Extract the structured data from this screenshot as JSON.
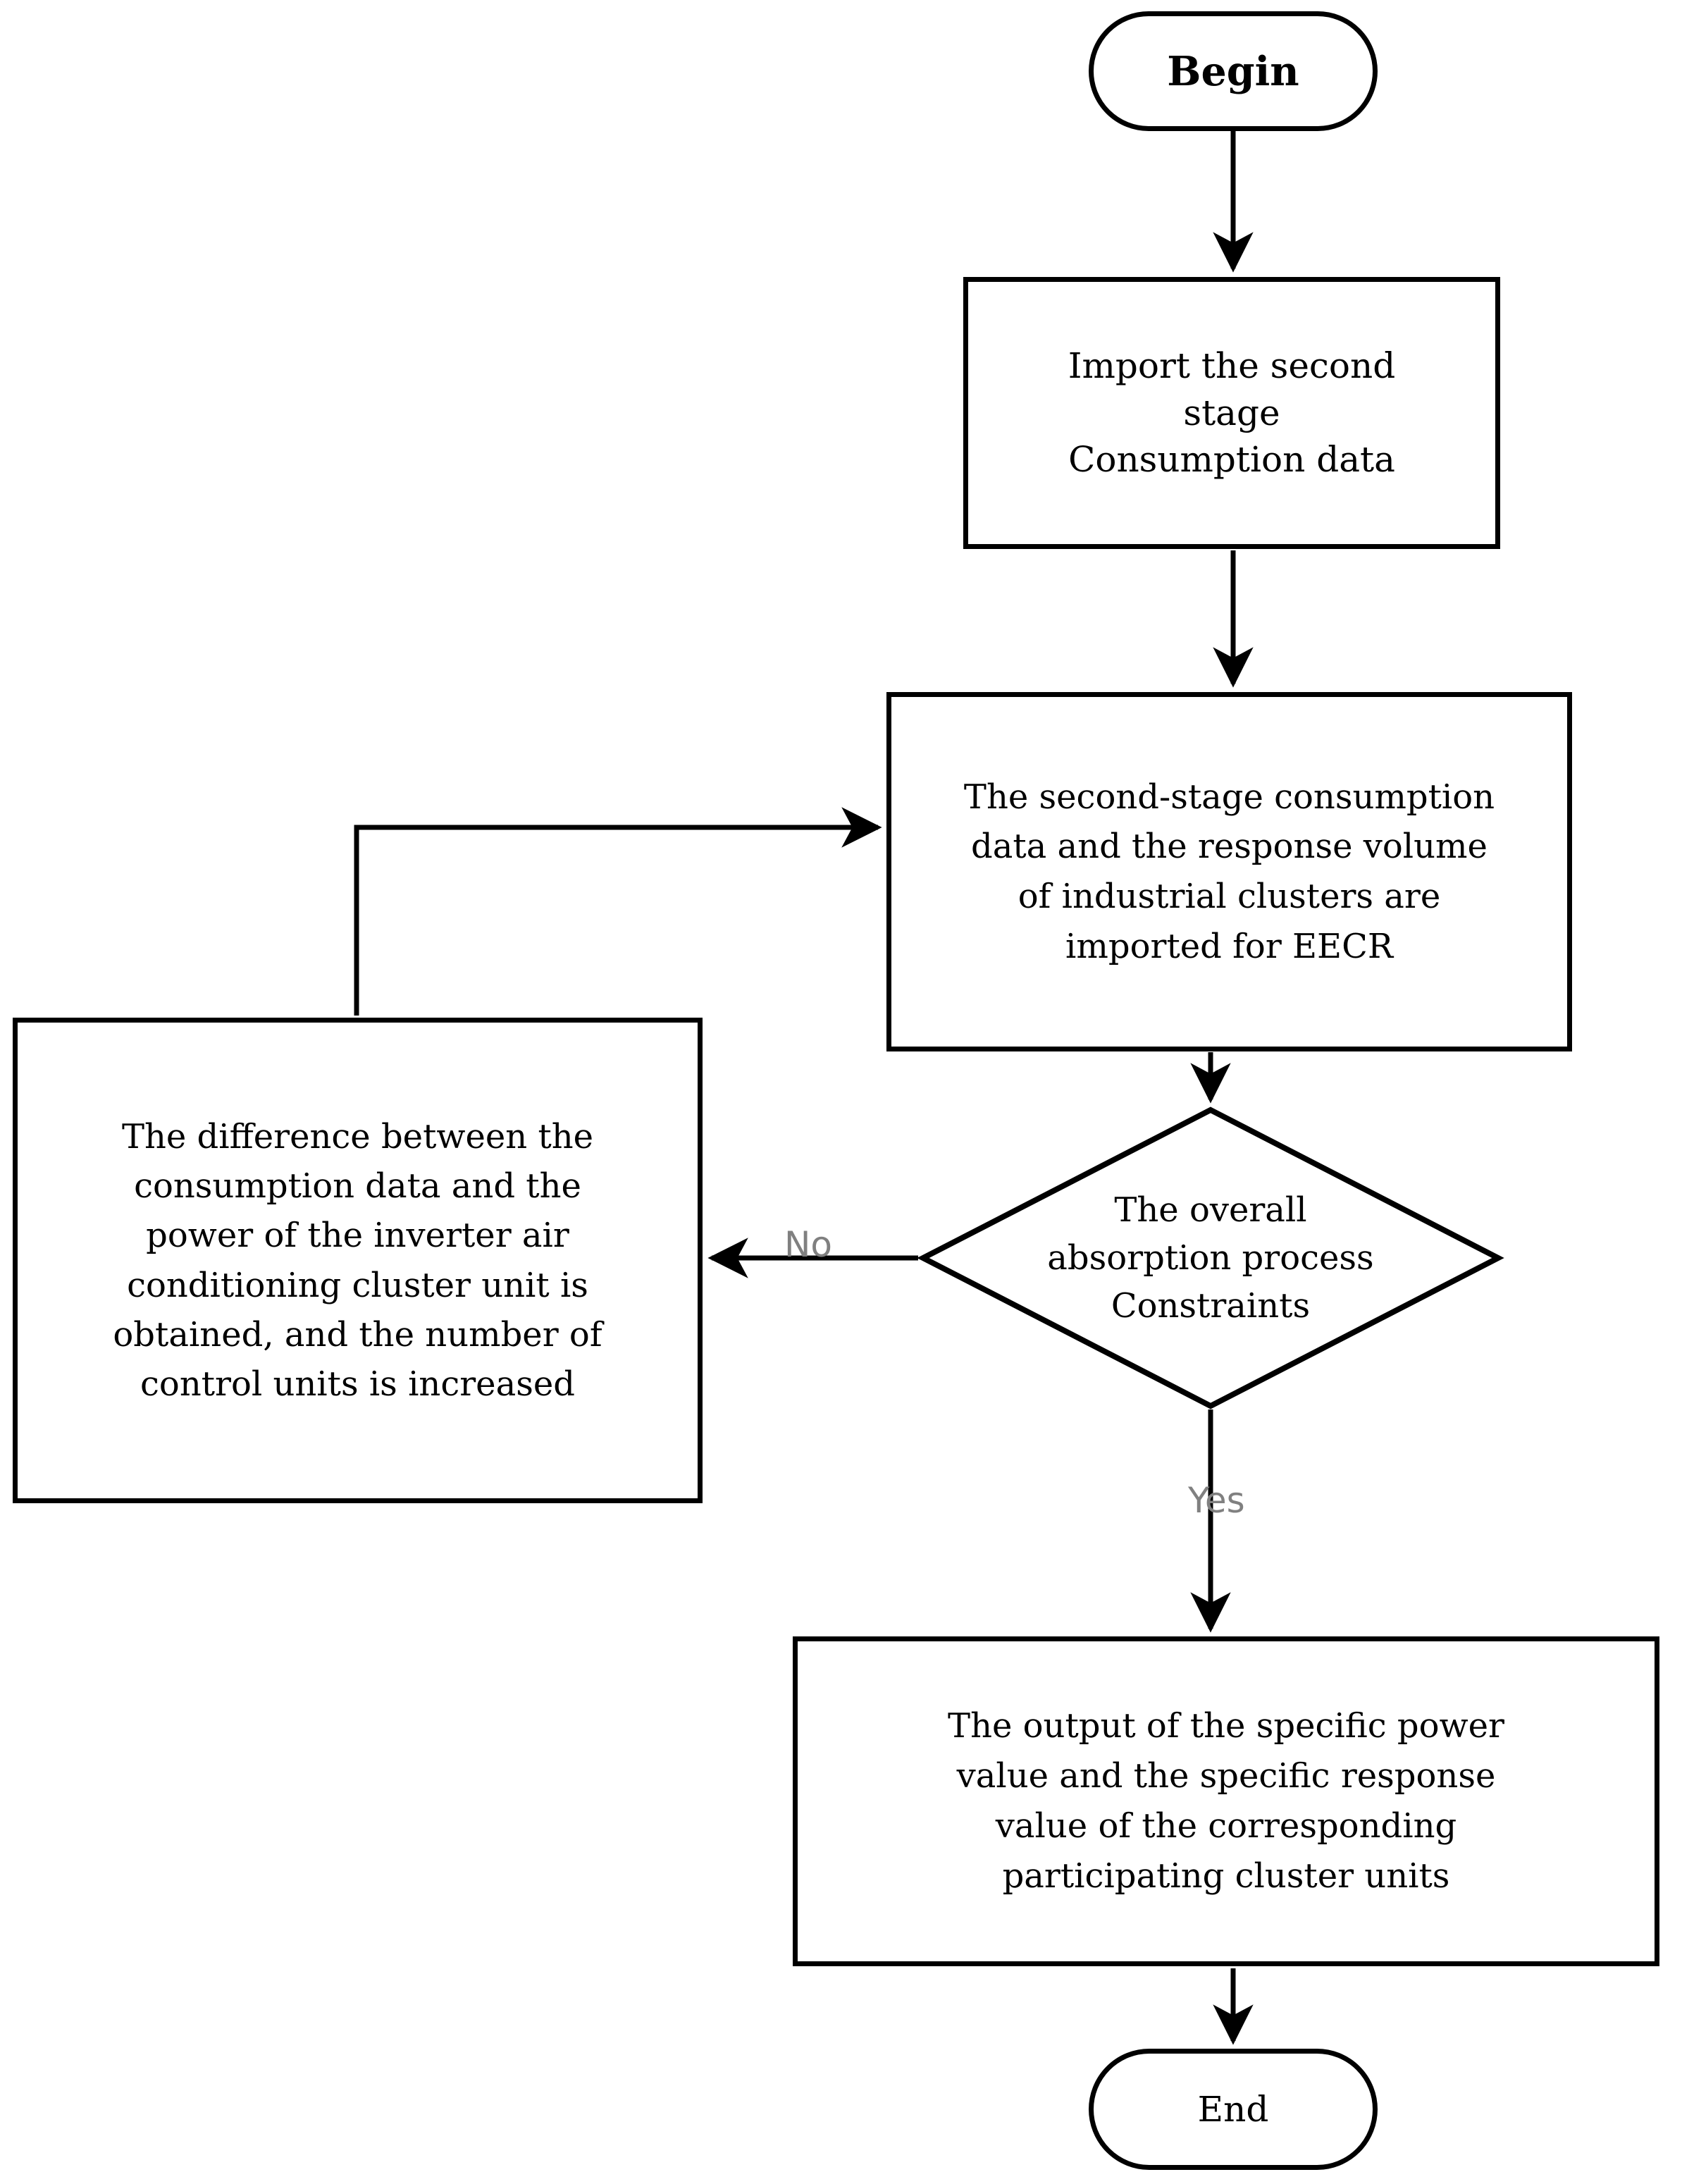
{
  "diagram": {
    "title": "EECR second-stage consumption flowchart",
    "line_color": "#000000",
    "label_color": "#808080",
    "background": "#ffffff",
    "nodes": {
      "begin": {
        "label": "Begin",
        "shape": "terminal"
      },
      "import_data": {
        "label": "Import the second\nstage\nConsumption data",
        "shape": "process"
      },
      "eecr_import": {
        "label": "The second-stage consumption\ndata and the response volume\nof industrial clusters are\nimported for EECR",
        "shape": "process"
      },
      "decision": {
        "label": "The overall\nabsorption process\nConstraints",
        "shape": "decision"
      },
      "increase_units": {
        "label": "The difference between the\nconsumption data and the\npower of the inverter air\nconditioning cluster unit is\nobtained, and the number of\ncontrol units is increased",
        "shape": "process"
      },
      "output_values": {
        "label": "The output of the specific power\nvalue and the specific response\nvalue of the corresponding\nparticipating cluster units",
        "shape": "process"
      },
      "end": {
        "label": "End",
        "shape": "terminal"
      }
    },
    "edge_labels": {
      "no": "No",
      "yes": "Yes"
    },
    "edges": [
      {
        "from": "begin",
        "to": "import_data",
        "label": ""
      },
      {
        "from": "import_data",
        "to": "eecr_import",
        "label": ""
      },
      {
        "from": "eecr_import",
        "to": "decision",
        "label": ""
      },
      {
        "from": "decision",
        "to": "increase_units",
        "label": "No"
      },
      {
        "from": "increase_units",
        "to": "eecr_import",
        "label": ""
      },
      {
        "from": "decision",
        "to": "output_values",
        "label": "Yes"
      },
      {
        "from": "output_values",
        "to": "end",
        "label": ""
      }
    ]
  }
}
